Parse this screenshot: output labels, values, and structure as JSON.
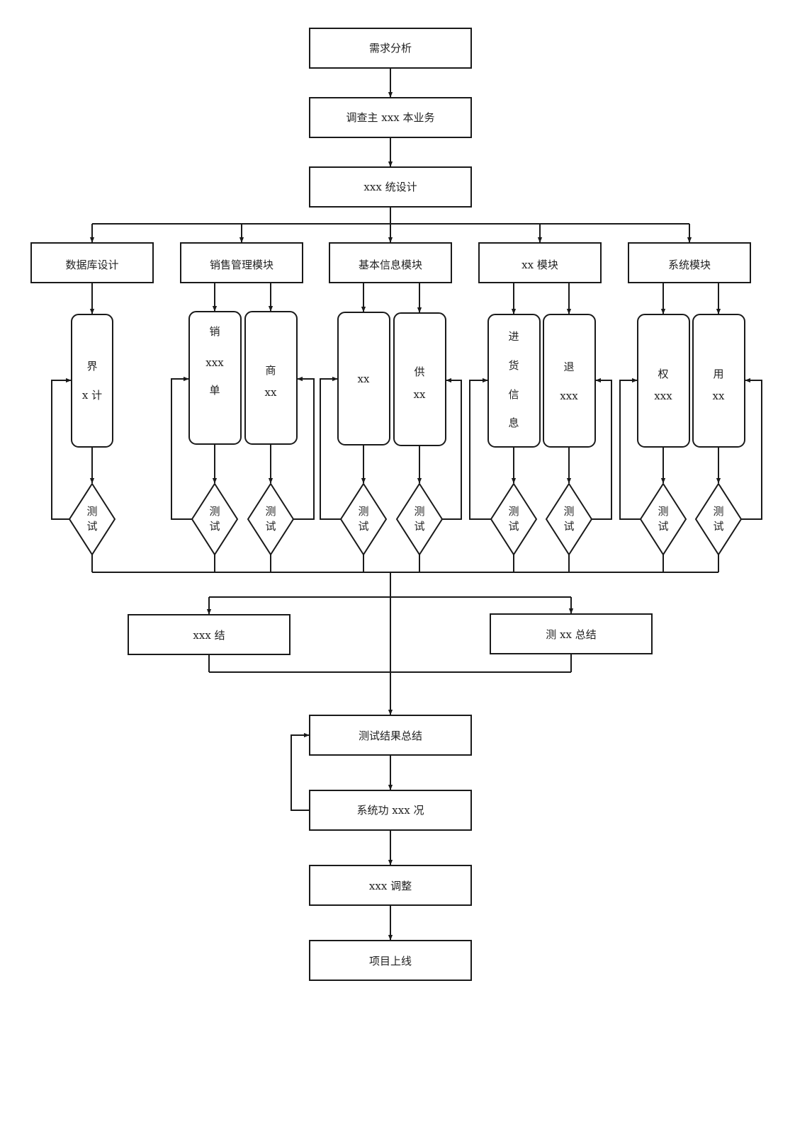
{
  "steps": {
    "s1": "需求分析",
    "s2": "调查主 xxx 本业务",
    "s3": "xxx 统设计",
    "tr": "测试结果总结",
    "fs": "系统功 xxx 况",
    "adj": "xxx 调整",
    "launch": "项目上线"
  },
  "modules": [
    {
      "label": "数据库设计"
    },
    {
      "label": "销售管理模块"
    },
    {
      "label": "基本信息模块"
    },
    {
      "label": "xx 模块"
    },
    {
      "label": "系统模块"
    }
  ],
  "subs": [
    {
      "lines": [
        "界",
        "x 计"
      ]
    },
    {
      "lines": [
        "销",
        "xxx",
        "单"
      ]
    },
    {
      "lines": [
        "商",
        "xx"
      ]
    },
    {
      "lines": [
        "xx"
      ]
    },
    {
      "lines": [
        "供",
        "xx"
      ]
    },
    {
      "lines": [
        "进",
        "货",
        "信",
        "息"
      ]
    },
    {
      "lines": [
        "退",
        "xxx"
      ]
    },
    {
      "lines": [
        "权",
        "xxx"
      ]
    },
    {
      "lines": [
        "用",
        "xx"
      ]
    }
  ],
  "test_label": [
    "测",
    "试"
  ],
  "summaries": {
    "left": "xxx 结",
    "right": "测 xx 总结"
  }
}
